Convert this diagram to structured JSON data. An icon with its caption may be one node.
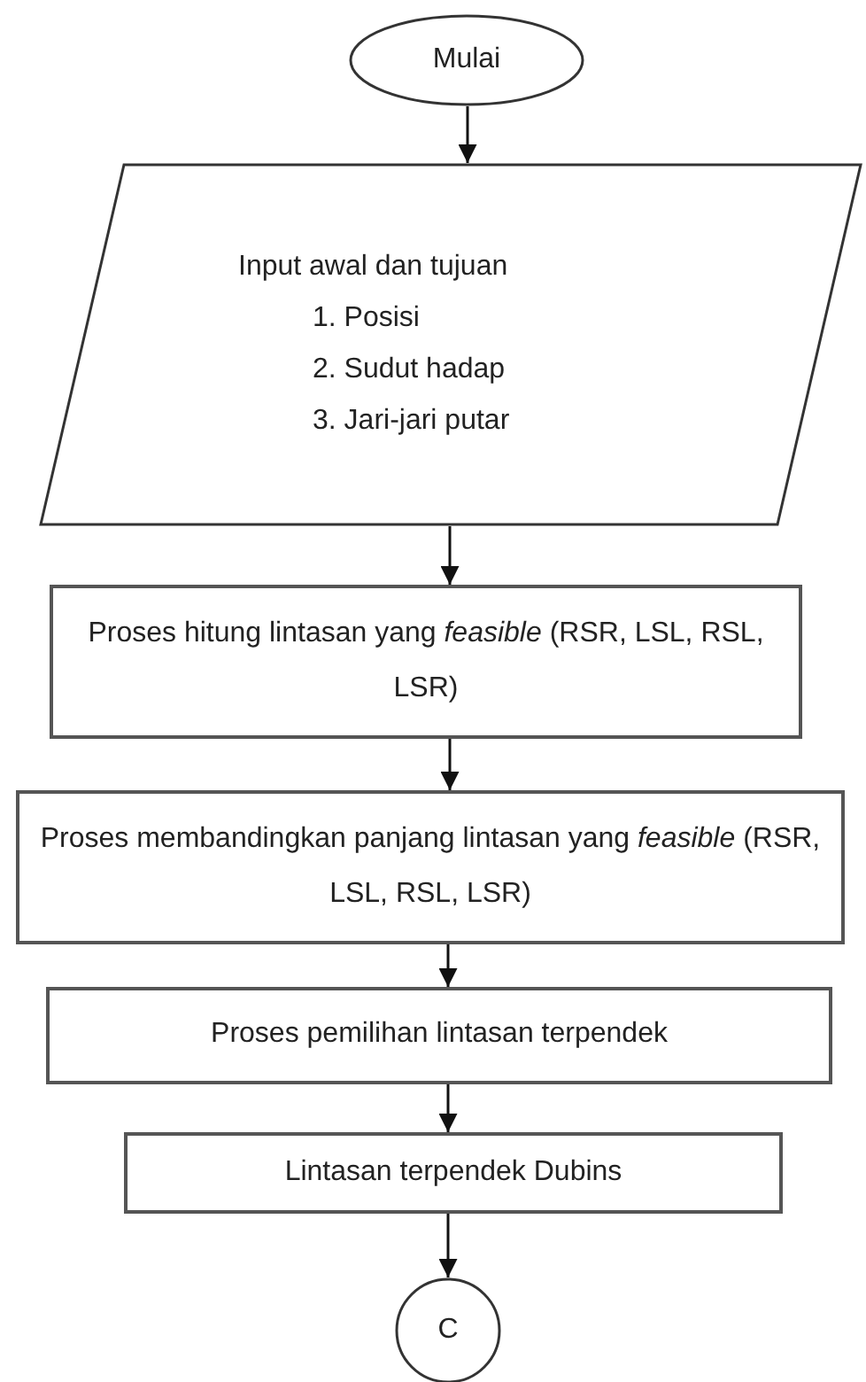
{
  "diagram": {
    "nodes": [
      {
        "text": [
          "Mulai"
        ]
      },
      {
        "text": [
          "Input awal dan tujuan",
          "1. Posisi",
          "2. Sudut hadap",
          "3. Jari-jari putar"
        ]
      },
      {
        "text": [
          "Proses hitung lintasan yang *feasible* (RSR, LSL, RSL, LSR)"
        ]
      },
      {
        "text": [
          "Proses membandingkan panjang lintasan yang *feasible* (RSR, LSL, RSL, LSR)"
        ]
      },
      {
        "text": [
          "Proses pemilihan lintasan terpendek"
        ]
      },
      {
        "text": [
          "Lintasan terpendek Dubins"
        ]
      },
      {
        "text": [
          "C"
        ]
      }
    ],
    "edges": [
      {
        "from": 0,
        "to": 1,
        "arrow": "to"
      },
      {
        "from": 1,
        "to": 2,
        "arrow": "to"
      },
      {
        "from": 2,
        "to": 3,
        "arrow": "to"
      },
      {
        "from": 3,
        "to": 4,
        "arrow": "to"
      },
      {
        "from": 4,
        "to": 5,
        "arrow": "to"
      },
      {
        "from": 5,
        "to": 6,
        "arrow": "to"
      }
    ]
  }
}
